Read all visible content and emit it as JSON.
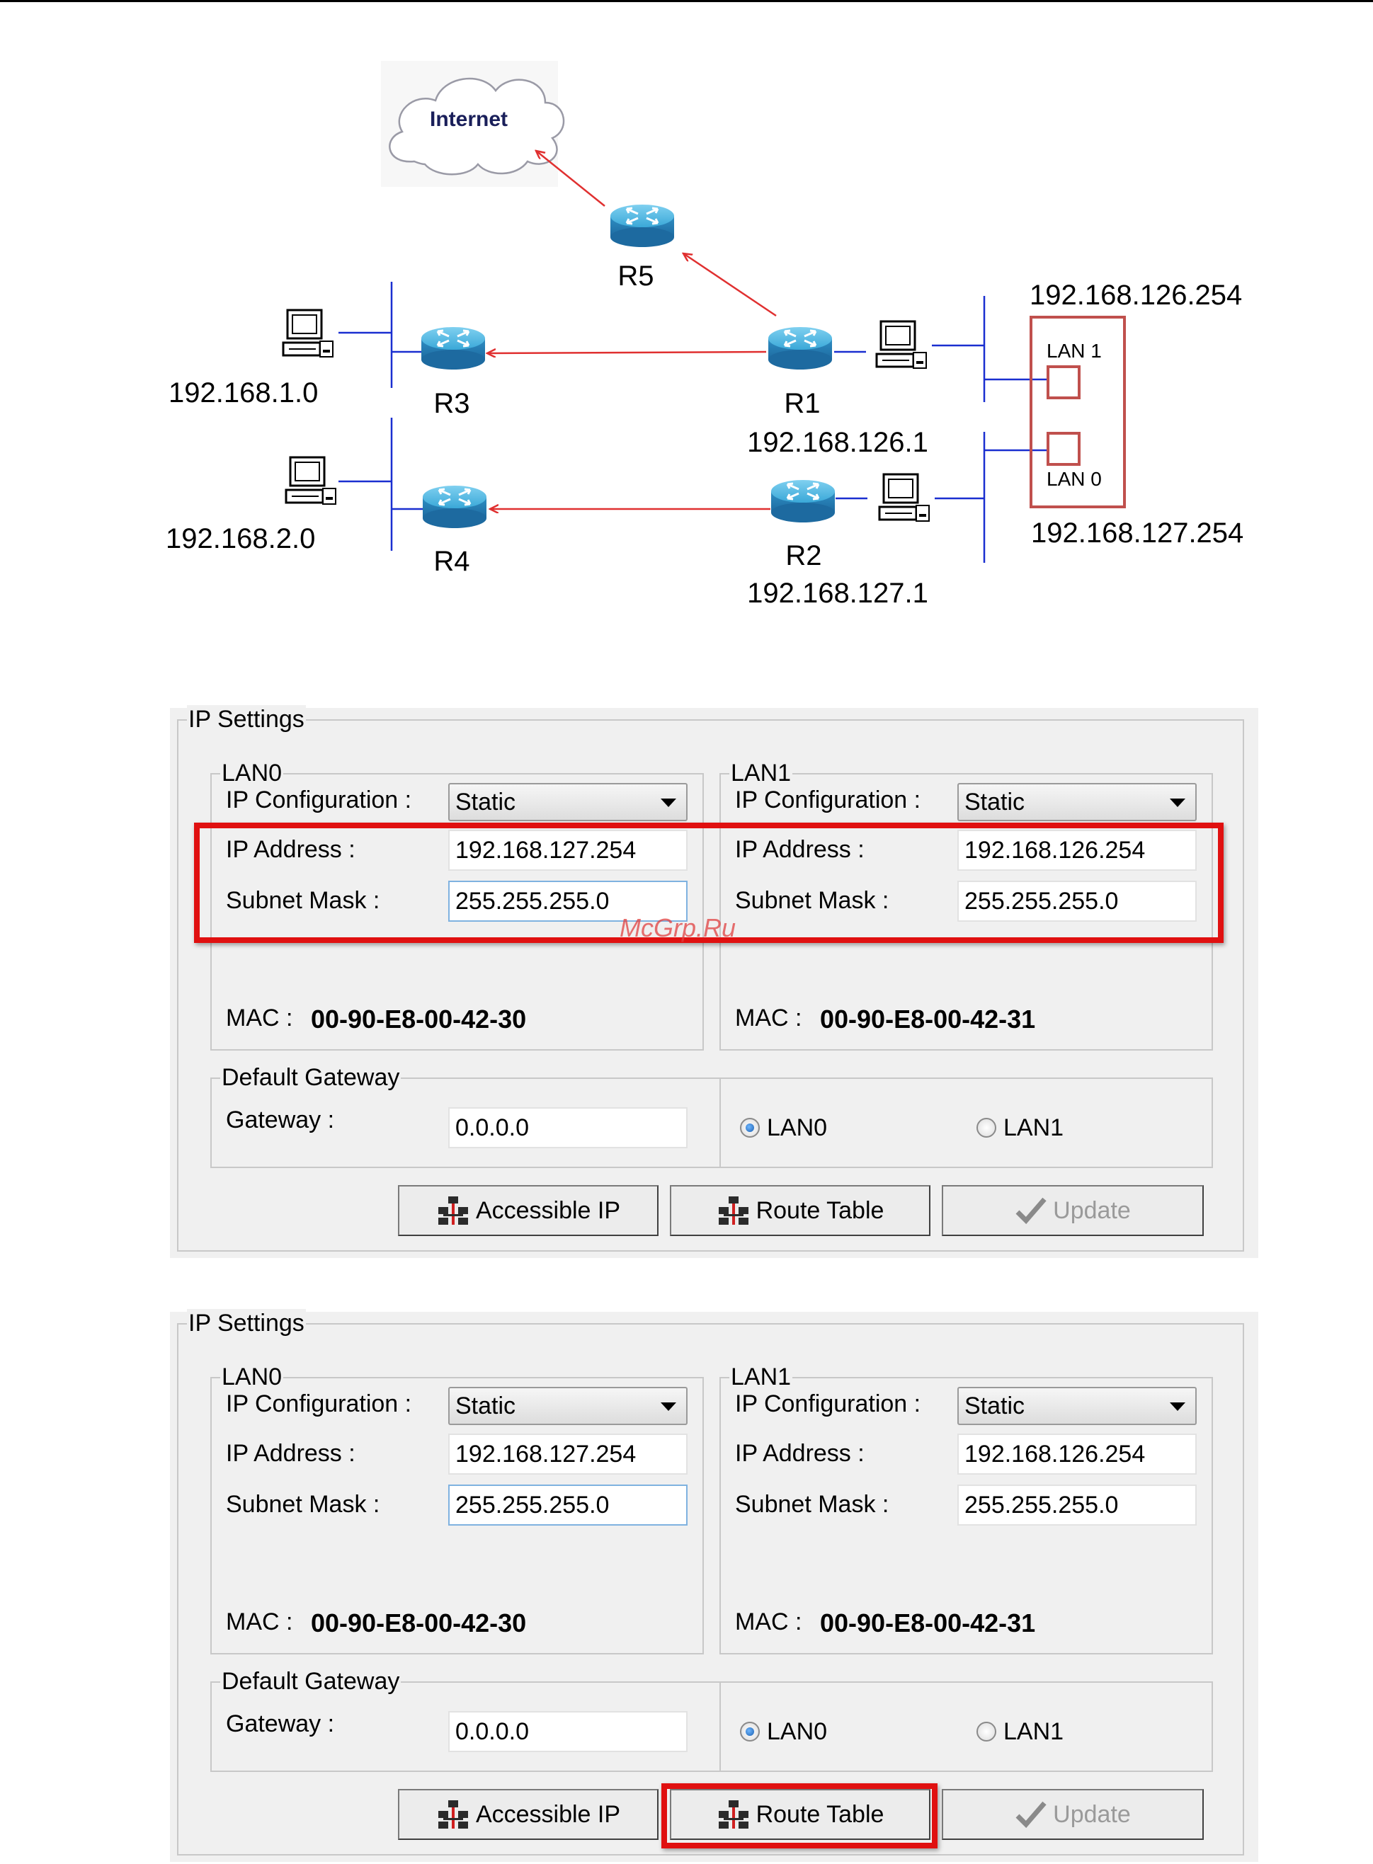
{
  "diagram": {
    "internet": "Internet",
    "routers": {
      "r1": "R1",
      "r2": "R2",
      "r3": "R3",
      "r4": "R4",
      "r5": "R5"
    },
    "ips": {
      "net1": "192.168.1.0",
      "net2": "192.168.2.0",
      "r1": "192.168.126.1",
      "r2": "192.168.127.1",
      "lan1_top": "192.168.126.254",
      "lan0_bottom": "192.168.127.254"
    },
    "ports": {
      "lan1": "LAN 1",
      "lan0": "LAN 0"
    },
    "colors": {
      "link": "#e03030",
      "wire": "#1a2fd0",
      "router": "#3aa8d8",
      "highlight": "#c0504d"
    }
  },
  "panels": [
    {
      "title": "IP Settings",
      "lan0": {
        "title": "LAN0",
        "config_label": "IP Configuration :",
        "config_value": "Static",
        "ip_label": "IP Address :",
        "ip_value": "192.168.127.254",
        "mask_label": "Subnet Mask :",
        "mask_value": "255.255.255.0",
        "mac_label": "MAC :",
        "mac_value": "00-90-E8-00-42-30"
      },
      "lan1": {
        "title": "LAN1",
        "config_label": "IP Configuration :",
        "config_value": "Static",
        "ip_label": "IP Address :",
        "ip_value": "192.168.126.254",
        "mask_label": "Subnet Mask :",
        "mask_value": "255.255.255.0",
        "mac_label": "MAC :",
        "mac_value": "00-90-E8-00-42-31"
      },
      "gateway": {
        "title": "Default Gateway",
        "label": "Gateway :",
        "value": "0.0.0.0",
        "radio_lan0": "LAN0",
        "radio_lan1": "LAN1",
        "selected": "LAN0"
      },
      "buttons": {
        "accessible_ip": "Accessible IP",
        "route_table": "Route Table",
        "update": "Update"
      },
      "highlight": "ip-and-mask"
    },
    {
      "title": "IP Settings",
      "lan0": {
        "title": "LAN0",
        "config_label": "IP Configuration :",
        "config_value": "Static",
        "ip_label": "IP Address :",
        "ip_value": "192.168.127.254",
        "mask_label": "Subnet Mask :",
        "mask_value": "255.255.255.0",
        "mac_label": "MAC :",
        "mac_value": "00-90-E8-00-42-30"
      },
      "lan1": {
        "title": "LAN1",
        "config_label": "IP Configuration :",
        "config_value": "Static",
        "ip_label": "IP Address :",
        "ip_value": "192.168.126.254",
        "mask_label": "Subnet Mask :",
        "mask_value": "255.255.255.0",
        "mac_label": "MAC :",
        "mac_value": "00-90-E8-00-42-31"
      },
      "gateway": {
        "title": "Default Gateway",
        "label": "Gateway :",
        "value": "0.0.0.0",
        "radio_lan0": "LAN0",
        "radio_lan1": "LAN1",
        "selected": "LAN0"
      },
      "buttons": {
        "accessible_ip": "Accessible IP",
        "route_table": "Route Table",
        "update": "Update"
      },
      "highlight": "route-table-button"
    }
  ],
  "watermark": "McGrp.Ru",
  "highlight_color": "#e01010"
}
